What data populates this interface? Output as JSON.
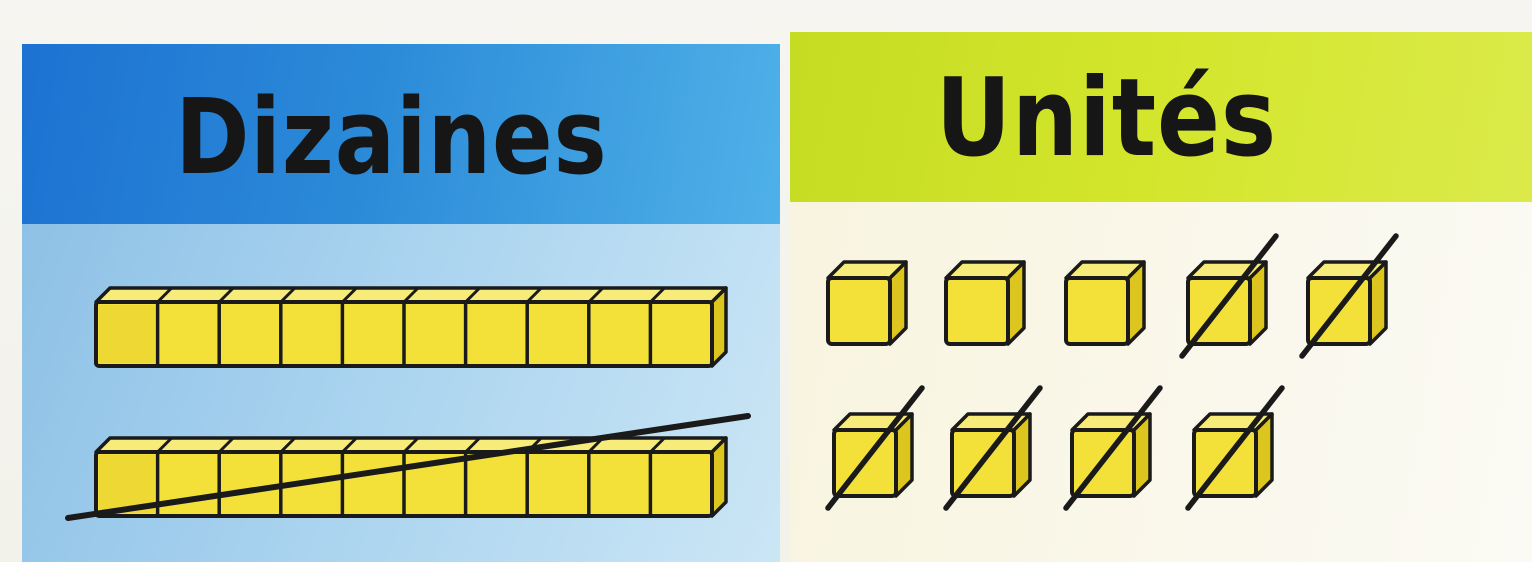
{
  "columns": {
    "tens": {
      "header": "Dizaines",
      "header_color": "#2a86d6",
      "rods_shown": 2,
      "cubes_per_rod": 10,
      "rods_crossed_out": 1
    },
    "units": {
      "header": "Unités",
      "header_color": "#cfe22b",
      "cubes_shown": 9,
      "cubes_crossed_out": 6
    }
  },
  "colors": {
    "cube_fill": "#f3e13a",
    "cube_top": "#f7ec79",
    "cube_side": "#dcc51f",
    "outline": "#1a1a1a"
  }
}
